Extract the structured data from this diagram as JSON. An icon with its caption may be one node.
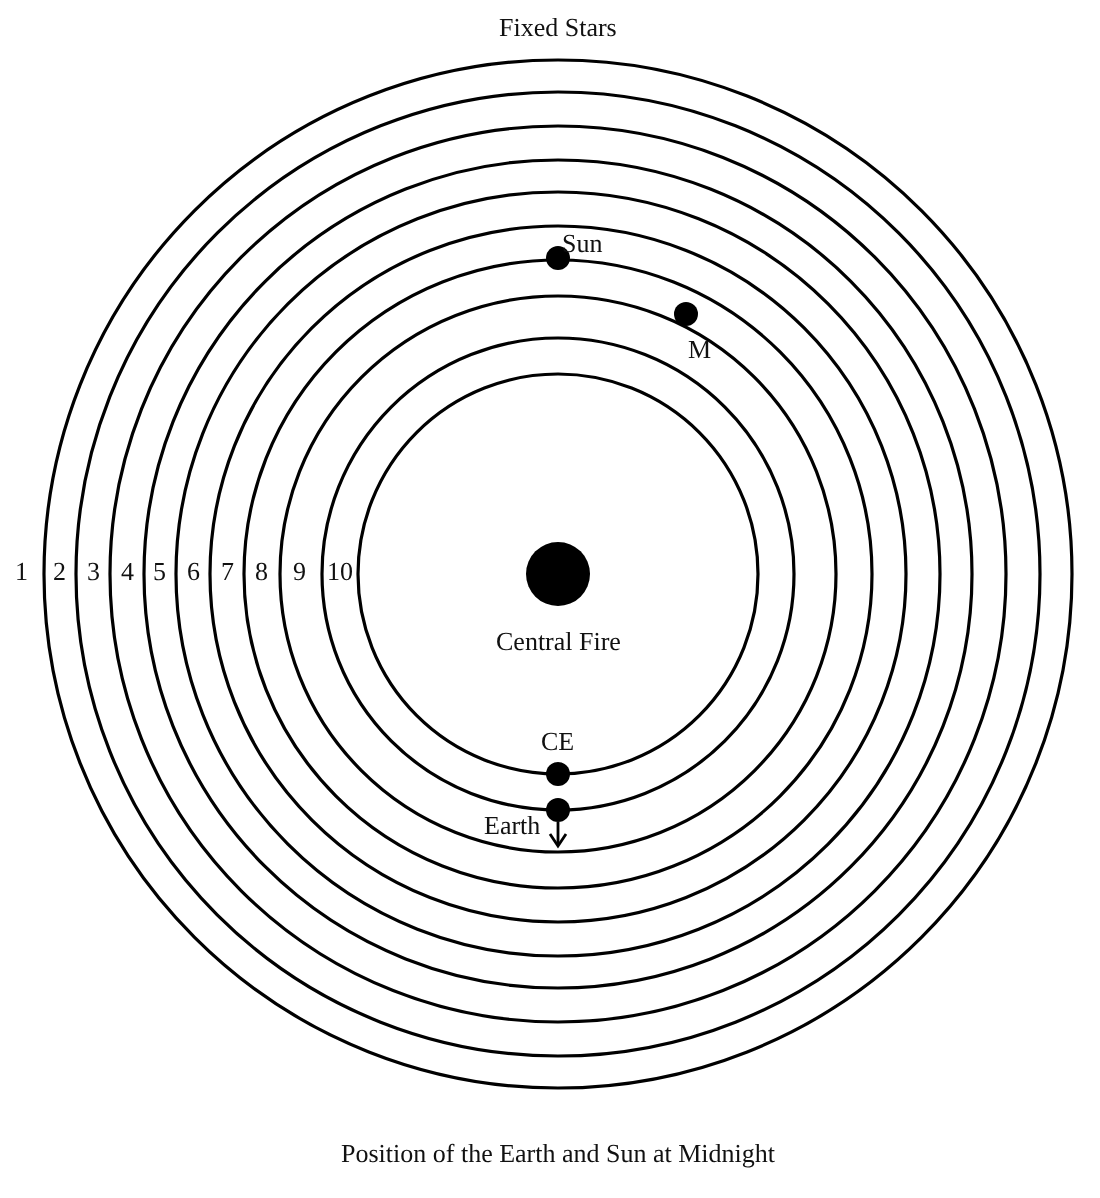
{
  "diagram": {
    "caption": "Position of the Earth and Sun at Midnight",
    "nodes": [
      {
        "text": [],
        "shape": "circle",
        "beside": [
          "Central Fire"
        ]
      },
      {
        "text": [],
        "shape": "circle",
        "beside": [
          "Sun"
        ]
      },
      {
        "text": [],
        "shape": "circle",
        "beside": [
          "M"
        ]
      },
      {
        "text": [],
        "shape": "circle",
        "beside": [
          "CE"
        ]
      },
      {
        "text": [],
        "shape": "circle",
        "beside": [
          "Earth"
        ]
      }
    ],
    "edges": [],
    "labels": [
      "Fixed Stars",
      "1",
      "2",
      "3",
      "4",
      "5",
      "6",
      "7",
      "8",
      "9",
      "10"
    ]
  }
}
